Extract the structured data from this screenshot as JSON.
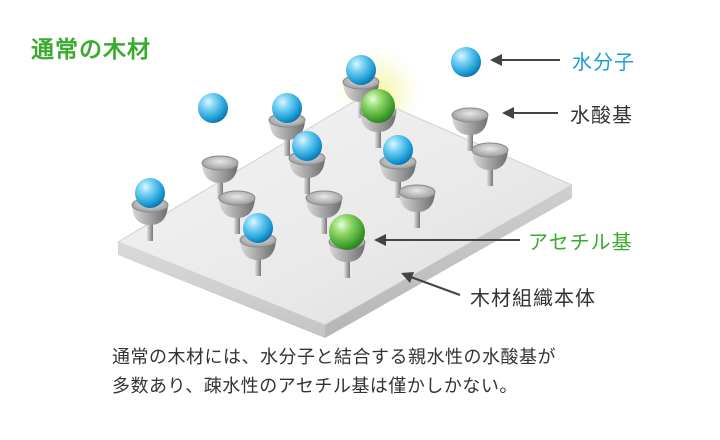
{
  "title": "通常の木材",
  "labels": {
    "water": "水分子",
    "hydroxyl": "水酸基",
    "acetyl": "アセチル基",
    "wood": "木材組織本体"
  },
  "caption": {
    "line1": "通常の木材には、水分子と結合する親水性の水酸基が",
    "line2": "多数あり、疎水性のアセチル基は僅かしかない。"
  },
  "colors": {
    "title": "#3aab2f",
    "water_label": "#1a9fd4",
    "hydroxyl_label": "#333333",
    "acetyl_label": "#3aab2f",
    "wood_label": "#333333"
  },
  "icons": {
    "water": "water-molecule-sphere",
    "hydroxyl": "hydroxyl-cup",
    "acetyl": "acetyl-sphere"
  }
}
